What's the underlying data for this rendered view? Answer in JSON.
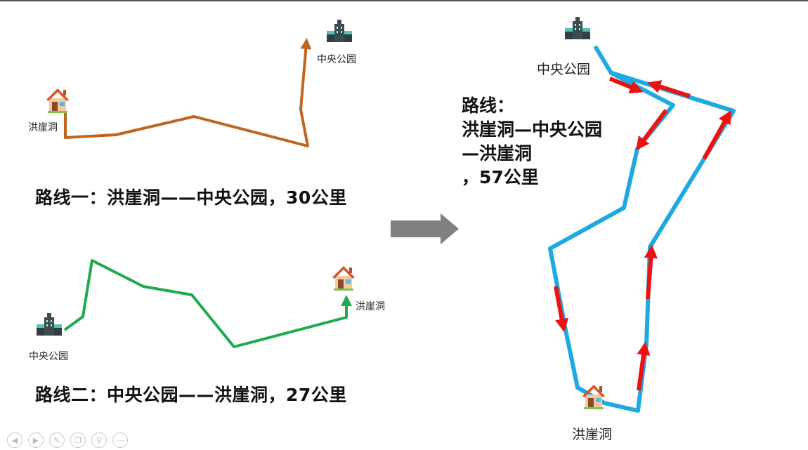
{
  "route1": {
    "title": "路线一：洪崖洞——中央公园，30公里",
    "start_label": "洪崖洞",
    "end_label": "中央公园",
    "color": "#c0651f"
  },
  "route2": {
    "title": "路线二：中央公园——洪崖洞，27公里",
    "start_label": "中央公园",
    "end_label": "洪崖洞",
    "color": "#1eaa4e"
  },
  "combined": {
    "line1": "路线：",
    "line2": "洪崖洞—中央公园",
    "line3": "—洪崖洞",
    "line4": "，57公里",
    "top_label": "中央公园",
    "bottom_label": "洪崖洞",
    "route_color": "#1ea9e1",
    "arrow_color": "#ee1111"
  },
  "transition_arrow_color": "#808080",
  "icons": {
    "house": "house-icon",
    "factory": "factory-icon"
  },
  "controls": [
    "prev-icon",
    "next-icon",
    "pen-icon",
    "copy-icon",
    "zoom-icon",
    "more-icon"
  ]
}
